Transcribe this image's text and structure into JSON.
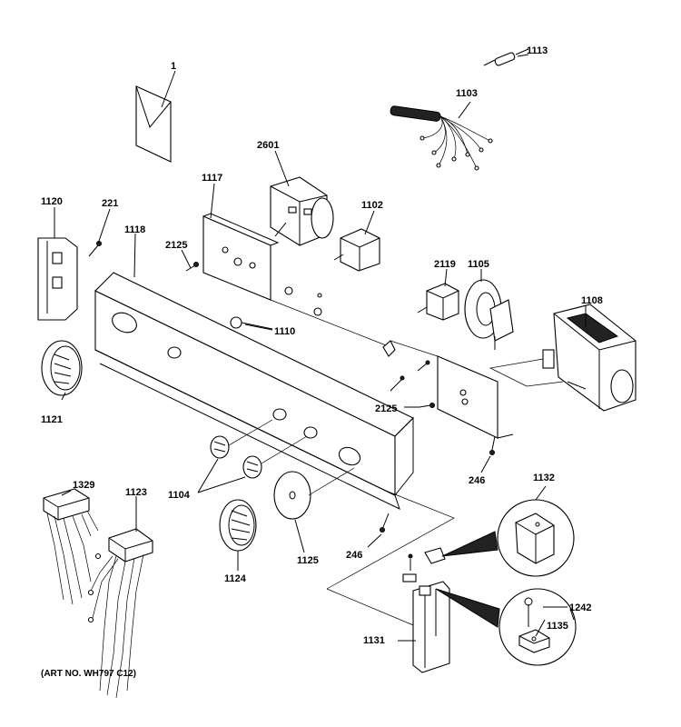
{
  "diagram": {
    "art_number": "(ART NO. WH797 C12)",
    "callouts": {
      "c1": "1",
      "c1113": "1113",
      "c1103": "1103",
      "c2601": "2601",
      "c1117": "1117",
      "c1120": "1120",
      "c221": "221",
      "c1118": "1118",
      "c2125a": "2125",
      "c1102": "1102",
      "c2119": "2119",
      "c1105": "1105",
      "c1108": "1108",
      "c1110": "1110",
      "c1121": "1121",
      "c2125b": "2125",
      "c246a": "246",
      "c1329": "1329",
      "c1123": "1123",
      "c1104": "1104",
      "c1132": "1132",
      "c246b": "246",
      "c1124": "1124",
      "c1125": "1125",
      "c1242": "1242",
      "c1135": "1135",
      "c1131": "1131"
    }
  }
}
